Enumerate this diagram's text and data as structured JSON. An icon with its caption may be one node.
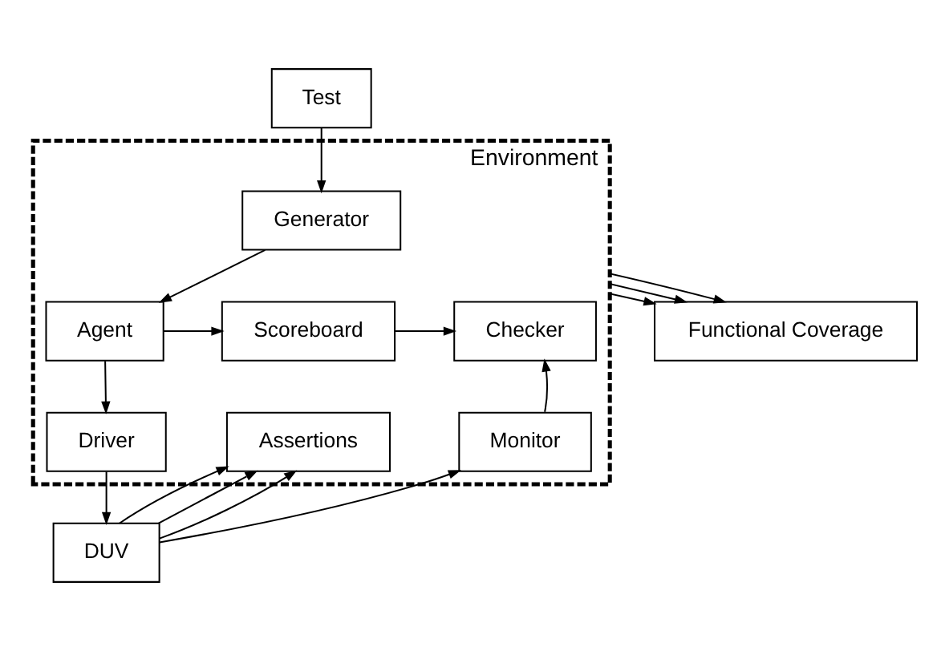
{
  "diagram": {
    "nodes": [
      {
        "text": [
          "Test"
        ]
      },
      {
        "text": [
          "Environment"
        ]
      },
      {
        "text": [
          "Generator"
        ],
        "in": 1
      },
      {
        "text": [
          "Agent"
        ],
        "in": 1
      },
      {
        "text": [
          "Scoreboard"
        ],
        "in": 1
      },
      {
        "text": [
          "Checker"
        ],
        "in": 1
      },
      {
        "text": [
          "Driver"
        ],
        "in": 1
      },
      {
        "text": [
          "Assertions"
        ],
        "in": 1
      },
      {
        "text": [
          "Monitor"
        ],
        "in": 1
      },
      {
        "text": [
          "DUV"
        ]
      },
      {
        "text": [
          "Functional Coverage"
        ]
      }
    ],
    "edges": [
      {
        "from": 0,
        "to": 2,
        "arrow": "to"
      },
      {
        "from": 2,
        "to": 3,
        "arrow": "to"
      },
      {
        "from": 3,
        "to": 4,
        "arrow": "to"
      },
      {
        "from": 4,
        "to": 5,
        "arrow": "to"
      },
      {
        "from": 3,
        "to": 6,
        "arrow": "to"
      },
      {
        "from": 8,
        "to": 5,
        "arrow": "to"
      },
      {
        "from": 6,
        "to": 9,
        "arrow": "to"
      },
      {
        "from": 9,
        "to": 7,
        "arrow": "to"
      },
      {
        "from": 9,
        "to": 7,
        "arrow": "to"
      },
      {
        "from": 9,
        "to": 7,
        "arrow": "to"
      },
      {
        "from": 9,
        "to": 8,
        "arrow": "to"
      },
      {
        "from": 1,
        "to": 10,
        "arrow": "to"
      },
      {
        "from": 1,
        "to": 10,
        "arrow": "to"
      },
      {
        "from": 1,
        "to": 10,
        "arrow": "to"
      }
    ]
  }
}
